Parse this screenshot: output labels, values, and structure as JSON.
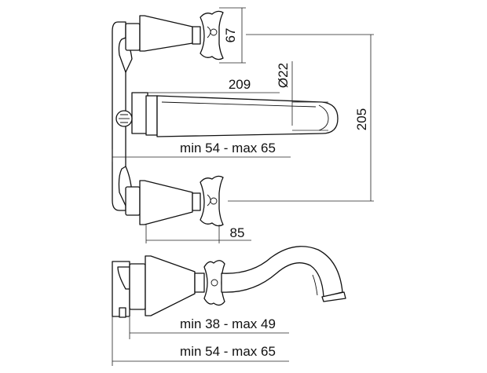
{
  "dimensions": {
    "handle_height": "67",
    "pipe_diameter": "Ø22",
    "spout_length": "209",
    "center_distance": "205",
    "wall_range_top": "min 54 - max 65",
    "handle_projection": "85",
    "side_range_inner": "min 38 - max 49",
    "side_range_outer": "min 54 - max 65"
  }
}
